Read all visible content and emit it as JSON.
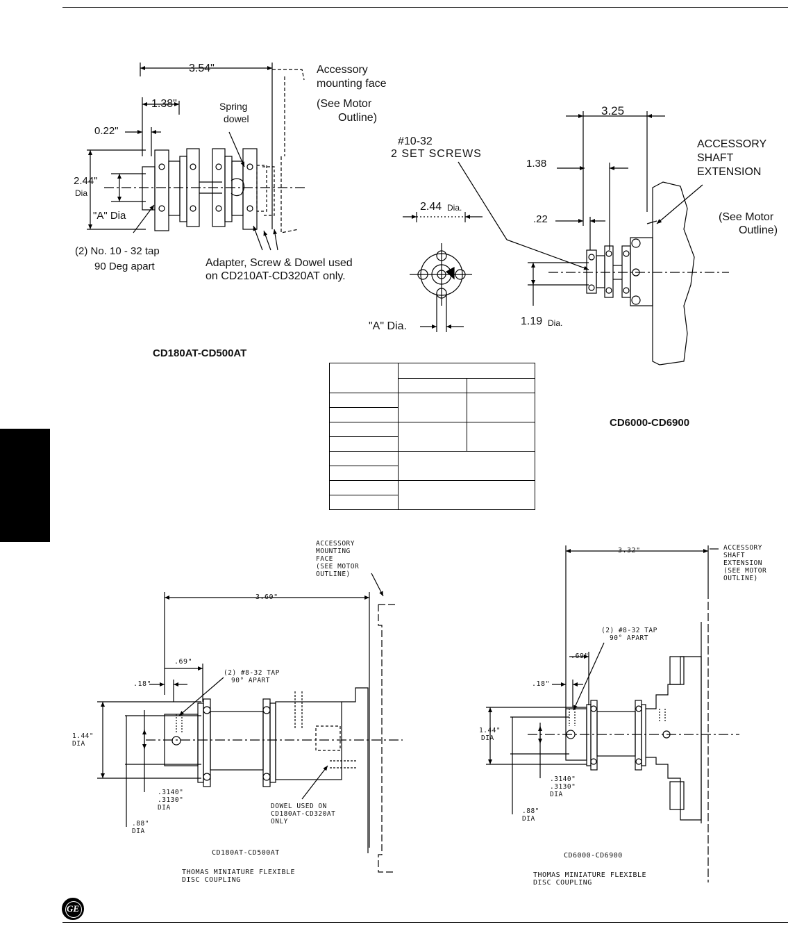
{
  "top_left": {
    "dim_overall": "3.54\"",
    "dim_hub": "1.38\"",
    "dim_offset": "0.22\"",
    "dim_bore": "2.44\"",
    "dim_bore_sub": "Dia",
    "dim_a": "\"A\" Dia",
    "spring_dowel": [
      "Spring",
      "dowel"
    ],
    "accessory_face": [
      "Accessory",
      "mounting face"
    ],
    "see_motor": [
      "(See Motor",
      "Outline)"
    ],
    "tap_note": [
      "(2) No. 10 - 32 tap",
      "90 Deg apart"
    ],
    "adapter_note": [
      "Adapter, Screw & Dowel used",
      "on CD210AT-CD320AT only."
    ],
    "caption": "CD180AT-CD500AT"
  },
  "top_mid": {
    "set_screws": [
      "#10-32",
      "2 SET SCREWS"
    ],
    "bore": "2.44",
    "bore_unit": "Dia.",
    "a_dia": "\"A\" Dia."
  },
  "top_right": {
    "dim_overall": "3.25",
    "dim_hub": "1.38",
    "dim_offset": ".22",
    "dim_shaft": "1.19",
    "dim_shaft_unit": "Dia.",
    "accessory_ext": [
      "ACCESSORY",
      "SHAFT",
      "EXTENSION"
    ],
    "see_motor": [
      "(See Motor",
      "Outline)"
    ],
    "caption": "CD6000-CD6900"
  },
  "bottom_left": {
    "accessory_face": [
      "ACCESSORY",
      "MOUNTING",
      "FACE",
      "(SEE MOTOR",
      "OUTLINE)"
    ],
    "dim_overall": "3.60\"",
    "dim_hub": ".69\"",
    "dim_offset": ".18\"",
    "tap_note": [
      "(2) #8-32 TAP",
      "90° APART"
    ],
    "dim_bore": "1.44\"",
    "dim_bore_sub": "DIA",
    "dim_shaft": [
      ".3140\"",
      ".3130\"",
      "DIA"
    ],
    "dim_pilot": [
      ".88\"",
      "DIA"
    ],
    "dowel_note": [
      "DOWEL USED ON",
      "CD180AT-CD320AT",
      "ONLY"
    ],
    "caption": "CD180AT-CD500AT",
    "subcaption": [
      "THOMAS MINIATURE FLEXIBLE",
      "DISC COUPLING"
    ]
  },
  "bottom_right": {
    "accessory_ext": [
      "ACCESSORY",
      "SHAFT",
      "EXTENSION",
      "(SEE MOTOR",
      "OUTLINE)"
    ],
    "dim_overall": "3.32\"",
    "dim_hub": ".69\"",
    "dim_offset": ".18\"",
    "tap_note": [
      "(2) #8-32 TAP",
      "90° APART"
    ],
    "dim_bore": "1.44\"",
    "dim_bore_sub": "DIA",
    "dim_shaft": [
      ".3140\"",
      ".3130\"",
      "DIA"
    ],
    "dim_pilot": [
      ".88\"",
      "DIA"
    ],
    "caption": "CD6000-CD6900",
    "subcaption": [
      "THOMAS MINIATURE FLEXIBLE",
      "DISC COUPLING"
    ]
  },
  "logo": {
    "mark": "GE"
  }
}
